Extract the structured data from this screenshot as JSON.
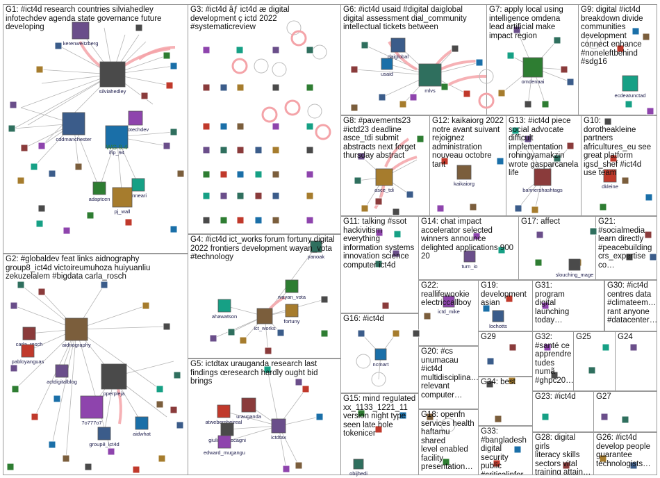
{
  "groups": [
    {
      "id": "G1",
      "label": "G1: #ict4d research countries silviahedley\ninfotechdev agenda state governance future\ndeveloping"
    },
    {
      "id": "G2",
      "label": "G2: #globaldev feat links aidnography\ngroup8_ict4d victoireumuhoza huiyuanliu\nzekuzelalem #bigdata carla_rosch"
    },
    {
      "id": "G3",
      "label": "G3: #ict4d âƒ ict4d æ digital\ndevelopment ç ictd 2022\n#systematicreview"
    },
    {
      "id": "G4",
      "label": "G4: #ict4d ict_works forum fortuny digital\n2022 frontiers development wayan_vota\n#technology"
    },
    {
      "id": "G5",
      "label": "G5: ictdtax urauganda research last\nfindings œresearch hardly ought bid\nbrings"
    },
    {
      "id": "G6",
      "label": "G6: #ict4d usaid #digital daiglobal\ndigital assessment dial_community\nintellectual tickets between"
    },
    {
      "id": "G7",
      "label": "G7: apply local using\nintelligence omdena\nlead artificial make\nimpact region"
    },
    {
      "id": "G8",
      "label": "G8: #pavements23\n#ictd23 deadline\nasce_tdi submit\nabstracts next forget\nthursday abstract"
    },
    {
      "id": "G9",
      "label": "G9: digital #ict4d\nbreakdown divide\ncommunities\ndevelopment\nconnect enhance\n#noneleftbehind\n#sdg16"
    },
    {
      "id": "G10",
      "label": "G10:\ndorotheakleine\npartners\nafricultures_eu see\ngreat platform\nigsd_shef #ict4d\nuse team"
    },
    {
      "id": "G11",
      "label": "G11: talking #ssot\nhackivitism\neverything\ninformation systems\ninnovation science\ncomputer ict4d"
    },
    {
      "id": "G12",
      "label": "G12: kaikaiorg 2022\nnotre avant suivant\nrejoignez\nadministration\nnouveau octobre\ntant"
    },
    {
      "id": "G13",
      "label": "G13: #ict4d piece\nsocial advocate\ndifficult\nimplementation\nrohingyamakzin\nwrote gasparcanela\nlife"
    },
    {
      "id": "G14",
      "label": "G14: chat impact\naccelerator selected\nwinners announce\ndelighted applications 900\n20"
    },
    {
      "id": "G15",
      "label": "G15: mind regulated\nxx_1133_1221_11\nversion night type\nseen late hole\ntokenicer"
    },
    {
      "id": "G16",
      "label": "G16: #ict4d"
    },
    {
      "id": "G17",
      "label": "G17: affect"
    },
    {
      "id": "G18",
      "label": "G18: openfn\nservices health\nhaftamu shared\nlevel enabled\nfacility\npresentation…"
    },
    {
      "id": "G19",
      "label": "G19: development\nasian"
    },
    {
      "id": "G20",
      "label": "G20: #cs\nunumacau\n#ict4d\nmultidisciplina…\nrelevant\ncomputer…"
    },
    {
      "id": "G21",
      "label": "G21:\n#socialmedia\nlearn directly\n#peacebuilding\ncrs_expertise\nco…"
    },
    {
      "id": "G22",
      "label": "G22:\nreallifewookie\nelectriccallboy"
    },
    {
      "id": "G23",
      "label": "G23: #ict4d"
    },
    {
      "id": "G24",
      "label": "G24"
    },
    {
      "id": "G25",
      "label": "G25"
    },
    {
      "id": "G26",
      "label": "G26: #ict4d\ndevelop people\nguarantee\ntechnologists…"
    },
    {
      "id": "G27",
      "label": "G27"
    },
    {
      "id": "G28",
      "label": "G28: digital girls\nliteracy skills\nsectors vital\ntraining attain…"
    },
    {
      "id": "G29",
      "label": "G29"
    },
    {
      "id": "G30",
      "label": "G30: #ict4d\ncentres data\n#climateem…\nrant anyone\n#datacenter…"
    },
    {
      "id": "G31",
      "label": "G31:\nprogram\ndigital\nlaunching\ntoday…"
    },
    {
      "id": "G32",
      "label": "G32:\n#santé ce\napprendre\ntudes\nnumã\n#ghpc20…"
    },
    {
      "id": "G33",
      "label": "G33:\n#bangladesh\ndigital security\npublic\n#criticalinfor…"
    },
    {
      "id": "G34",
      "label": "G34: best"
    }
  ],
  "nodes": [
    "kerenweitzberg",
    "silviahedley",
    "infotechdev",
    "cddmanchester",
    "ifip_94",
    "WG 9.4",
    "adaptcen",
    "jinneari",
    "pj_wall",
    "aidnography",
    "carla_rosch",
    "pabloyanguas",
    "actdigitalblog",
    "pperpleja",
    "7o777o7",
    "group8_ict4d",
    "aidwhat",
    "yanoak",
    "wayan_vota",
    "ahawatson",
    "fortuny",
    "ict_works",
    "urauganda",
    "atwebembeireal",
    "ictdtax",
    "giulia_mascagni",
    "edward_mugangu",
    "daiglobal",
    "usaid",
    "mlvs",
    "omdenaai",
    "ecdeatunctad",
    "asce_tdi",
    "kaikaiorg",
    "bannershashtags",
    "dkleine",
    "turn_io",
    "slouching_mage",
    "ictd_mike",
    "lochotts",
    "ncmart",
    "obijhedi"
  ]
}
